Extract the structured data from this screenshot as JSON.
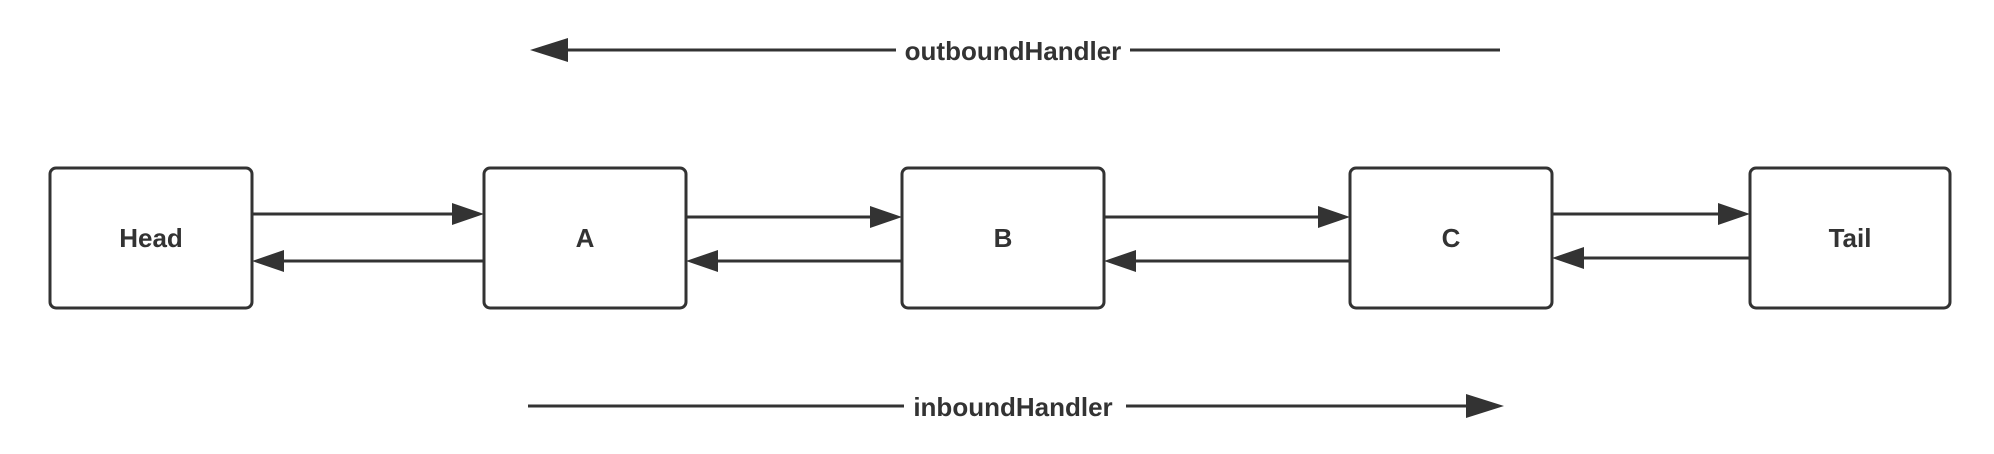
{
  "diagram": {
    "nodes": [
      {
        "id": "head",
        "label": "Head"
      },
      {
        "id": "a",
        "label": "A"
      },
      {
        "id": "b",
        "label": "B"
      },
      {
        "id": "c",
        "label": "C"
      },
      {
        "id": "tail",
        "label": "Tail"
      }
    ],
    "edges": [
      {
        "from": "head",
        "to": "a"
      },
      {
        "from": "a",
        "to": "head"
      },
      {
        "from": "a",
        "to": "b"
      },
      {
        "from": "b",
        "to": "a"
      },
      {
        "from": "b",
        "to": "c"
      },
      {
        "from": "c",
        "to": "b"
      },
      {
        "from": "c",
        "to": "tail"
      },
      {
        "from": "tail",
        "to": "c"
      }
    ],
    "flows": {
      "outbound": {
        "label": "outboundHandler",
        "direction": "left"
      },
      "inbound": {
        "label": "inboundHandler",
        "direction": "right"
      }
    },
    "colors": {
      "stroke": "#333333",
      "background": "#ffffff"
    }
  }
}
